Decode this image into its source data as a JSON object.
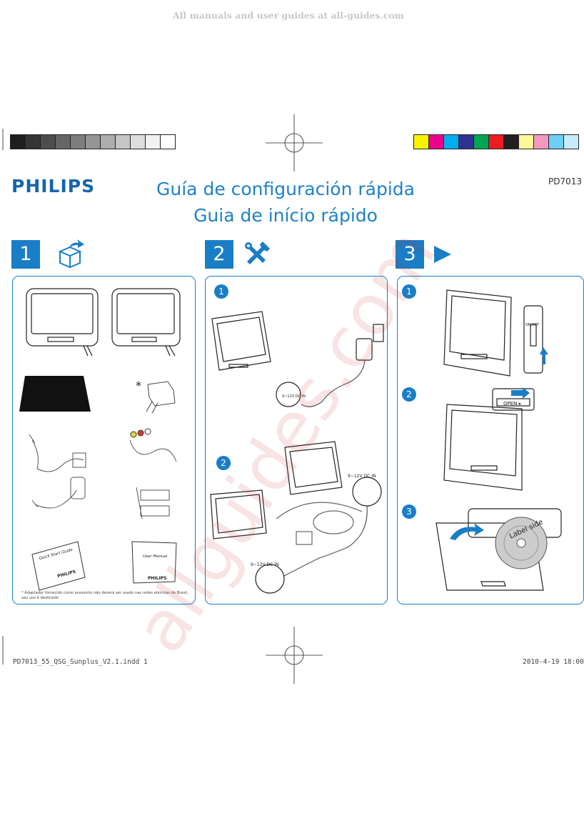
{
  "banner": "All manuals and user guides at all-guides.com",
  "brand": "PHILIPS",
  "title_line1": "Guía de configuración rápida",
  "title_line2": "Guia de início rápido",
  "model": "PD7013",
  "steps": [
    "1",
    "2",
    "3"
  ],
  "step_icons": [
    "box-open-icon",
    "tools-icon",
    "play-icon"
  ],
  "substeps": [
    "1",
    "2",
    "1",
    "2",
    "3"
  ],
  "panel1": {
    "asterisk": "*",
    "quick_start_label": "Quick Start Guide",
    "user_manual_label": "User Manual",
    "booklet_brand": "PHILIPS",
    "footnote": "* Adaptador fornecido como acessório não deverá ser usado nas redes elétricas do Brasil, seu uso é destinado"
  },
  "panel2": {
    "dc_label_small": "9~12V DC IN",
    "dc_label_car_top": "9~12V DC IN",
    "dc_label_car_bottom": "9~12V DC IN"
  },
  "panel3": {
    "switch_label": "ON/OFF",
    "open_label": "OPEN ▸",
    "label_side": "Label side"
  },
  "footer": {
    "filename": "PD7013_55_QSG_Sunplus_V2.1.indd   1",
    "date": "2010-4-19   18:00"
  },
  "watermark": "allguides.com",
  "colors": {
    "accent": "#1a7ec6",
    "brand": "#1565ad",
    "gray_scale": [
      "#1e1e1e",
      "#353535",
      "#4d4d4d",
      "#656565",
      "#7d7d7d",
      "#959595",
      "#adadad",
      "#c5c5c5",
      "#dddddd",
      "#f2f2f2",
      "#ffffff"
    ],
    "color_scale": [
      "#fff200",
      "#ec008c",
      "#00aeef",
      "#2e3192",
      "#00a651",
      "#ed1c24",
      "#231f20",
      "#fff799",
      "#f49ac1",
      "#6dcff6",
      "#c7eafb"
    ]
  }
}
